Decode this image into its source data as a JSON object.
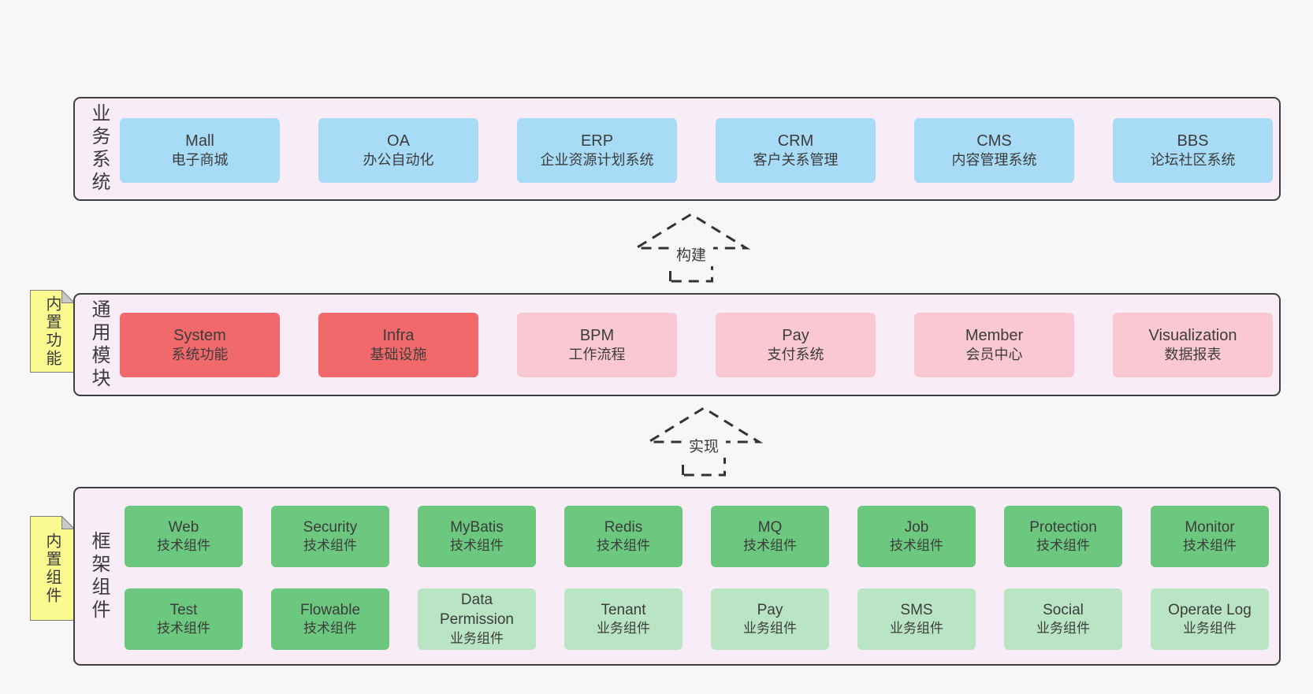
{
  "colors": {
    "page_bg": "#f7f7f7",
    "panel_bg": "#f8edf6",
    "panel_border": "#3f3f3f",
    "blue_box": "#a8dbf5",
    "red_box": "#f1696b",
    "pink_box": "#fac8d2",
    "green_box": "#6cc87f",
    "green_light_box": "#bae5c4",
    "note_yellow": "#fbfa90",
    "text": "#3c3c3c"
  },
  "arrows": [
    {
      "label": "构建"
    },
    {
      "label": "实现"
    }
  ],
  "notes": [
    {
      "text": "内置功能"
    },
    {
      "text": "内置组件"
    }
  ],
  "layers": [
    {
      "label": "业务系统",
      "boxes": [
        {
          "title": "Mall",
          "subtitle": "电子商城"
        },
        {
          "title": "OA",
          "subtitle": "办公自动化"
        },
        {
          "title": "ERP",
          "subtitle": "企业资源计划系统"
        },
        {
          "title": "CRM",
          "subtitle": "客户关系管理"
        },
        {
          "title": "CMS",
          "subtitle": "内容管理系统"
        },
        {
          "title": "BBS",
          "subtitle": "论坛社区系统"
        }
      ]
    },
    {
      "label": "通用模块",
      "boxes": [
        {
          "title": "System",
          "subtitle": "系统功能"
        },
        {
          "title": "Infra",
          "subtitle": "基础设施"
        },
        {
          "title": "BPM",
          "subtitle": "工作流程"
        },
        {
          "title": "Pay",
          "subtitle": "支付系统"
        },
        {
          "title": "Member",
          "subtitle": "会员中心"
        },
        {
          "title": "Visualization",
          "subtitle": "数据报表"
        }
      ]
    },
    {
      "label": "框架组件",
      "rows": [
        [
          {
            "title": "Web",
            "subtitle": "技术组件"
          },
          {
            "title": "Security",
            "subtitle": "技术组件"
          },
          {
            "title": "MyBatis",
            "subtitle": "技术组件"
          },
          {
            "title": "Redis",
            "subtitle": "技术组件"
          },
          {
            "title": "MQ",
            "subtitle": "技术组件"
          },
          {
            "title": "Job",
            "subtitle": "技术组件"
          },
          {
            "title": "Protection",
            "subtitle": "技术组件"
          },
          {
            "title": "Monitor",
            "subtitle": "技术组件"
          }
        ],
        [
          {
            "title": "Test",
            "subtitle": "技术组件"
          },
          {
            "title": "Flowable",
            "subtitle": "技术组件"
          },
          {
            "title": "Data Permission",
            "subtitle": "业务组件"
          },
          {
            "title": "Tenant",
            "subtitle": "业务组件"
          },
          {
            "title": "Pay",
            "subtitle": "业务组件"
          },
          {
            "title": "SMS",
            "subtitle": "业务组件"
          },
          {
            "title": "Social",
            "subtitle": "业务组件"
          },
          {
            "title": "Operate Log",
            "subtitle": "业务组件"
          }
        ]
      ]
    }
  ]
}
